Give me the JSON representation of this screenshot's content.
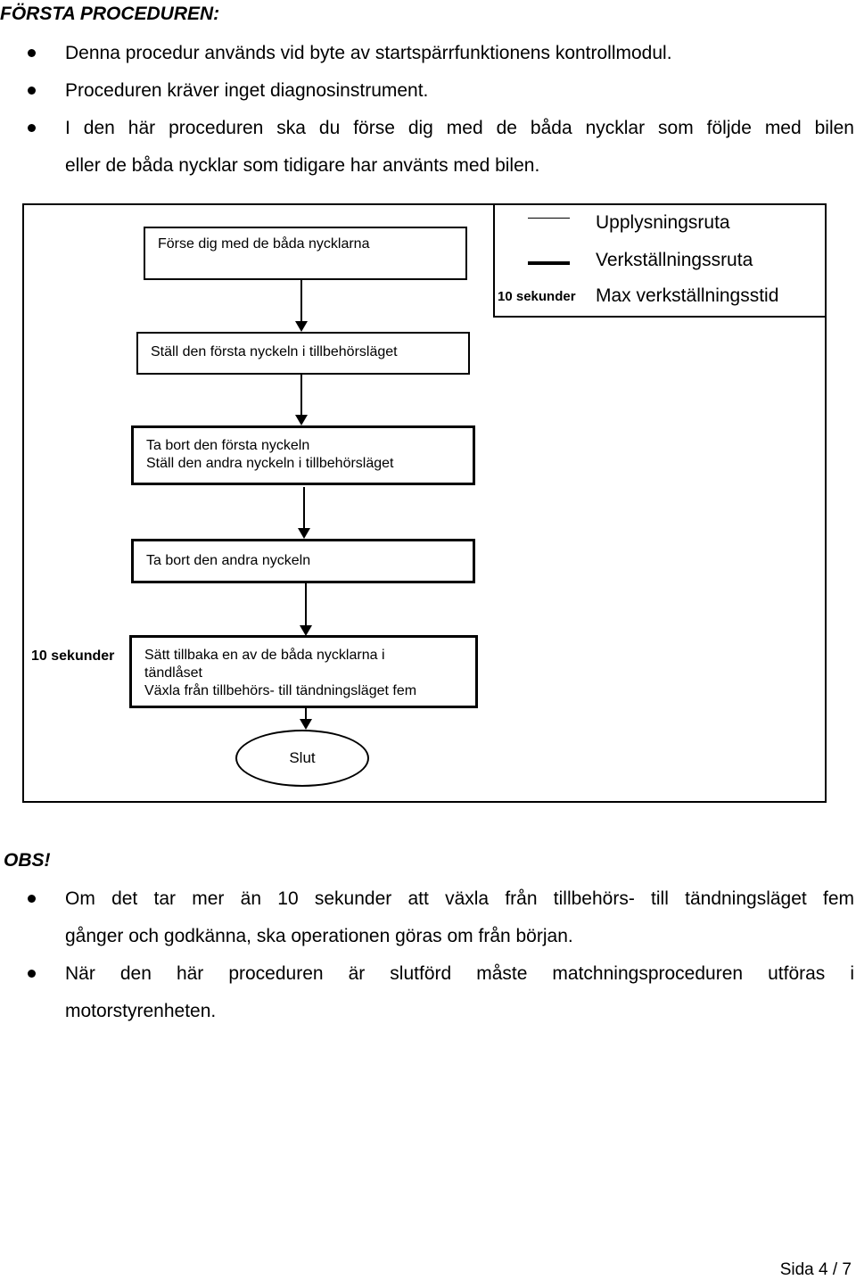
{
  "heading": "FÖRSTA PROCEDUREN:",
  "intro_bullets": [
    {
      "lines": [
        "Denna procedur används vid byte av startspärrfunktionens kontrollmodul."
      ]
    },
    {
      "lines": [
        "Proceduren kräver inget diagnosinstrument."
      ]
    },
    {
      "lines": [
        "I den här proceduren ska du förse dig med de båda nycklar som följde med bilen",
        "eller de båda nycklar som tidigare har använts med bilen."
      ]
    }
  ],
  "legend": {
    "info_label": "Upplysningsruta",
    "work_label": "Verkställningssruta",
    "time_value": "10 sekunder",
    "time_label": "Max verkställningsstid"
  },
  "flow": {
    "step1": "Förse dig med de båda nycklarna",
    "step2": "Ställ den första nyckeln i tillbehörsläget",
    "step3": [
      "Ta bort den första nyckeln",
      "Ställ den andra nyckeln i tillbehörsläget"
    ],
    "step4": "Ta bort den andra nyckeln",
    "step5_time": "10 sekunder",
    "step5": [
      "Sätt tillbaka en av de båda nycklarna i",
      "tändlåset",
      "Växla från tillbehörs- till tändningsläget fem"
    ],
    "end": "Slut"
  },
  "obs_heading": "OBS!",
  "obs_bullets": [
    {
      "lines": [
        "Om det tar mer än 10 sekunder att växla från tillbehörs- till tändningsläget fem",
        "gånger och godkänna, ska operationen göras om från början."
      ]
    },
    {
      "lines": [
        "När den här proceduren är slutförd måste matchningsproceduren utföras i",
        "motorstyrenheten."
      ]
    }
  ],
  "footer": {
    "page_label": "Sida 4 / 7"
  }
}
